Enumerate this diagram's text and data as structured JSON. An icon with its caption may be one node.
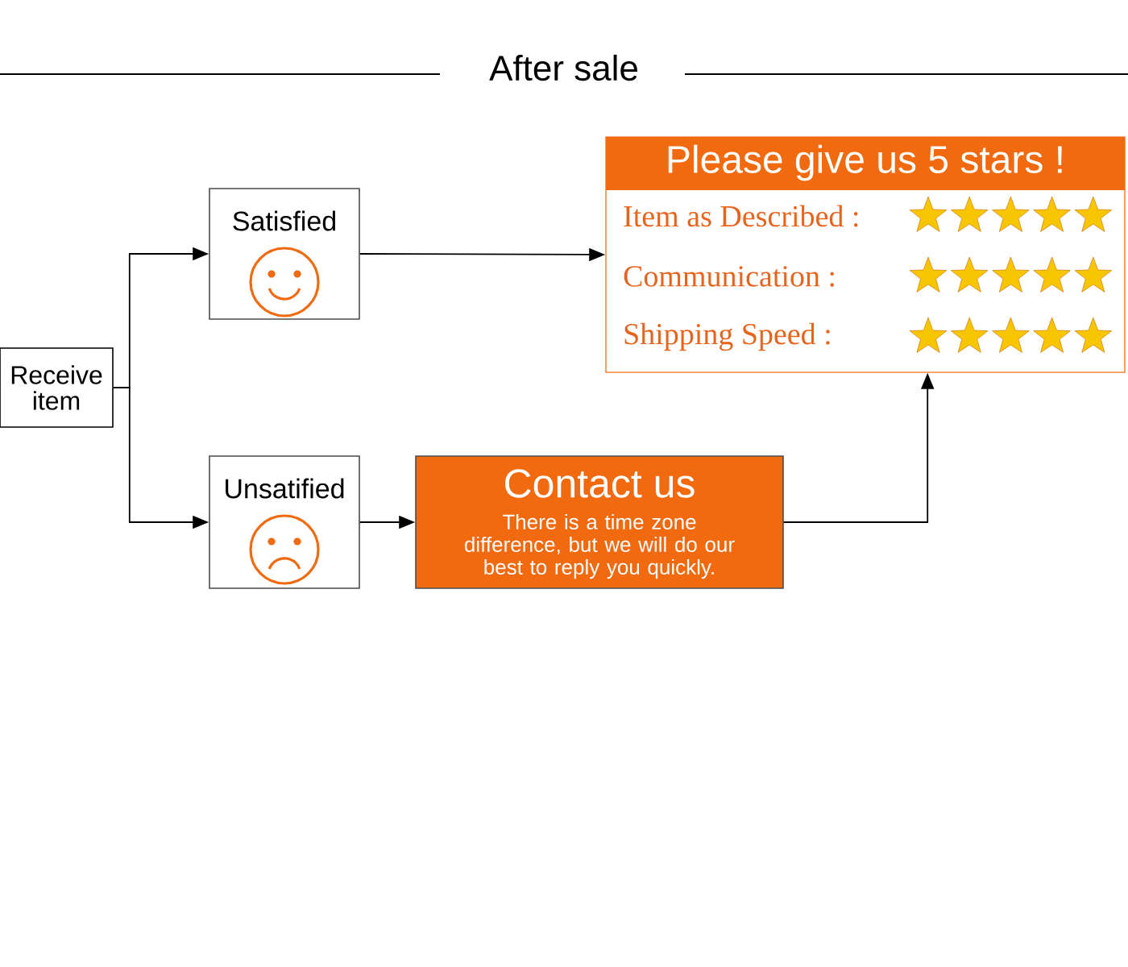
{
  "diagram": {
    "title": "After sale",
    "nodes": [
      {
        "text": [
          "Receive item"
        ]
      },
      {
        "text": [
          "Satisfied"
        ]
      },
      {
        "text": [
          "Unsatified"
        ]
      },
      {
        "text": [
          "Contact us",
          "There is a time zone difference, but we will do our best to reply you quickly."
        ]
      },
      {
        "text": [
          "Please give us 5 stars  !",
          "Item as Described :",
          "Communication :",
          "Shipping Speed :"
        ]
      }
    ],
    "edges": [
      {
        "from": 0,
        "to": 1,
        "arrow": "to"
      },
      {
        "from": 0,
        "to": 2,
        "arrow": "to"
      },
      {
        "from": 1,
        "to": 4,
        "arrow": "to"
      },
      {
        "from": 2,
        "to": 3,
        "arrow": "to"
      },
      {
        "from": 3,
        "to": 4,
        "arrow": "to"
      }
    ]
  }
}
